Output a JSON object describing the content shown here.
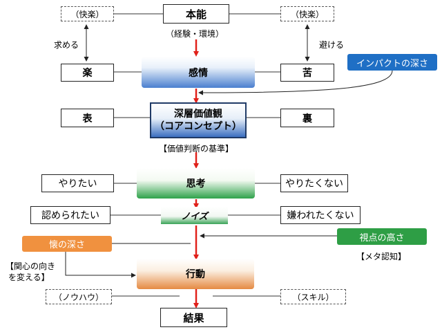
{
  "nodes": {
    "honno": "本能",
    "keiken": "（経験・環境）",
    "kairaku_left": "（快楽）",
    "kairaku_right": "（快楽）",
    "motomeru": "求める",
    "sakeru": "避ける",
    "raku": "楽",
    "kanjo": "感情",
    "ku": "苦",
    "impact": "インパクトの深さ",
    "omote": "表",
    "shinso_line1": "深層価値観",
    "shinso_line2": "（コアコンセプト）",
    "ura": "裏",
    "kijun": "【価値判断の基準】",
    "yaritai": "やりたい",
    "shiko": "思考",
    "yaritakunai": "やりたくない",
    "mitomeraretai": "認められたい",
    "noise": "ノイズ",
    "kirawaretakunai": "嫌われたくない",
    "futokoro": "懐の深さ",
    "shiten": "視点の高さ",
    "kanshin_line1": "【関心の向き",
    "kanshin_line2": "を変える】",
    "meta": "【メタ認知】",
    "kodo": "行動",
    "nouhau": "（ノウハウ）",
    "skill": "（スキル）",
    "kekka": "結果"
  },
  "colors": {
    "flow_arrow": "#e0201a",
    "impact_bg": "#1f6fc5",
    "futokoro_bg": "#f0913f",
    "shiten_bg": "#2e9e45"
  }
}
